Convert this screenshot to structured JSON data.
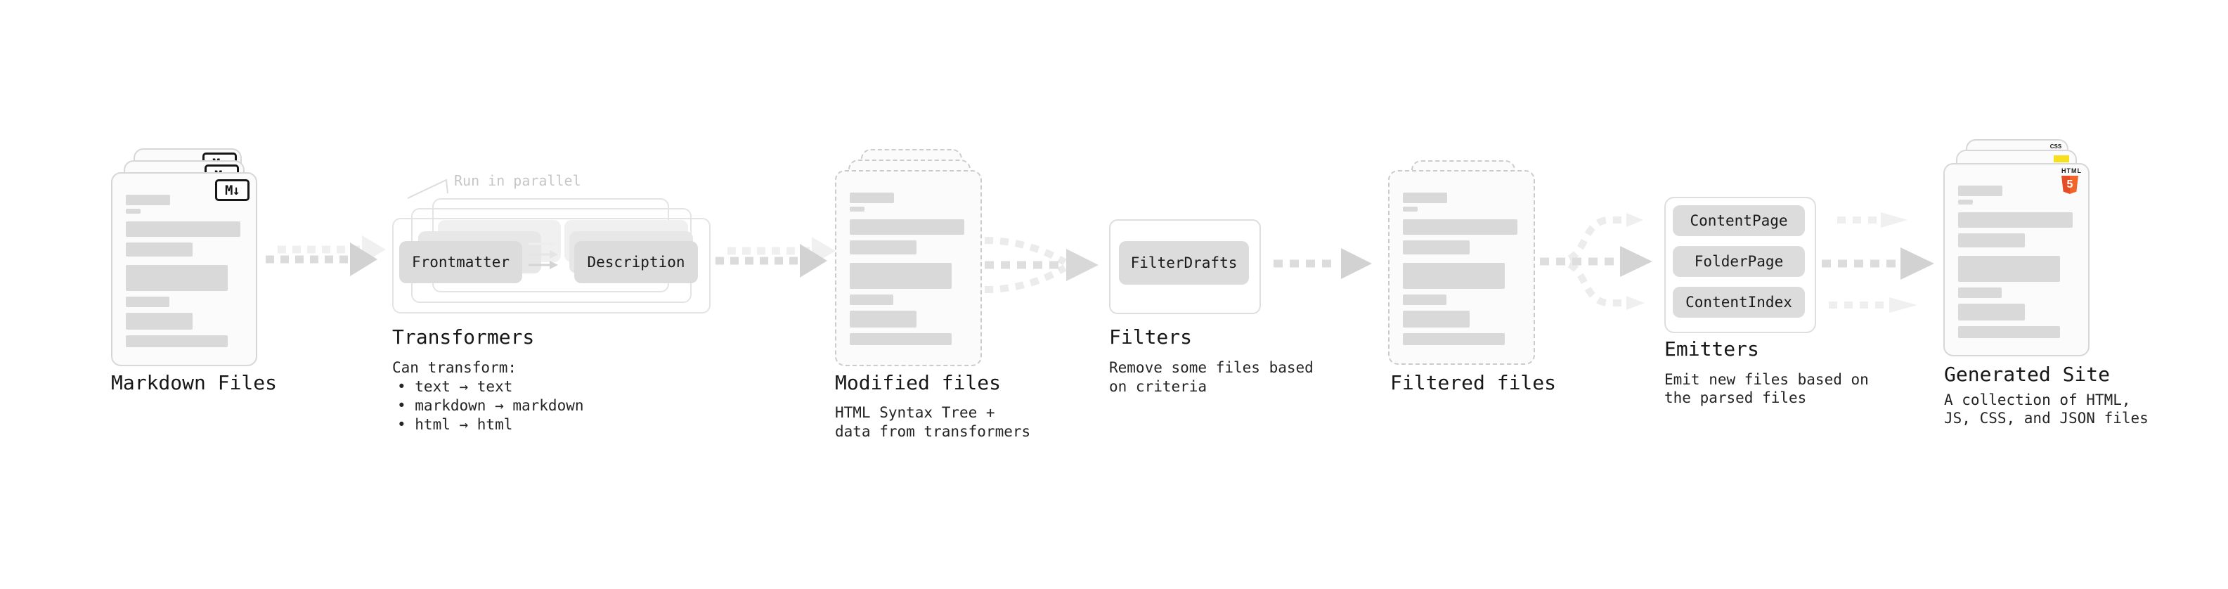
{
  "markdown": {
    "label": "Markdown Files",
    "icon": "M↓"
  },
  "transformers": {
    "heading": "Transformers",
    "note": "Run in parallel",
    "node_left": "Frontmatter",
    "node_right": "Description",
    "caption_title": "Can transform:",
    "bullets": [
      "• text → text",
      "• markdown → markdown",
      "• html → html"
    ]
  },
  "modified": {
    "heading": "Modified files",
    "caption_line1": "HTML Syntax Tree +",
    "caption_line2": "data from transformers"
  },
  "filters": {
    "heading": "Filters",
    "node": "FilterDrafts",
    "caption_line1": "Remove some files based",
    "caption_line2": "on criteria"
  },
  "filtered": {
    "heading": "Filtered files"
  },
  "emitters": {
    "heading": "Emitters",
    "nodes": [
      "ContentPage",
      "FolderPage",
      "ContentIndex"
    ],
    "caption_line1": "Emit new files based on",
    "caption_line2": "the parsed files"
  },
  "site": {
    "heading": "Generated Site",
    "caption_line1": "A collection of HTML,",
    "caption_line2": "JS, CSS, and JSON files",
    "html5_wordmark": "HTML",
    "html5_number": "5",
    "css_label": "CSS"
  },
  "colors": {
    "bar": "#d9d9d9",
    "js_yellow": "#f7df1e",
    "css_blue": "#2b63e8",
    "html5_orange": "#e44d26"
  },
  "doc_bars": [
    [
      30,
      63,
      15
    ],
    [
      50,
      21,
      7
    ],
    [
      68,
      163,
      22
    ],
    [
      98,
      95,
      20
    ],
    [
      130,
      145,
      37
    ],
    [
      175,
      62,
      15
    ],
    [
      198,
      95,
      24
    ],
    [
      230,
      145,
      17
    ]
  ]
}
